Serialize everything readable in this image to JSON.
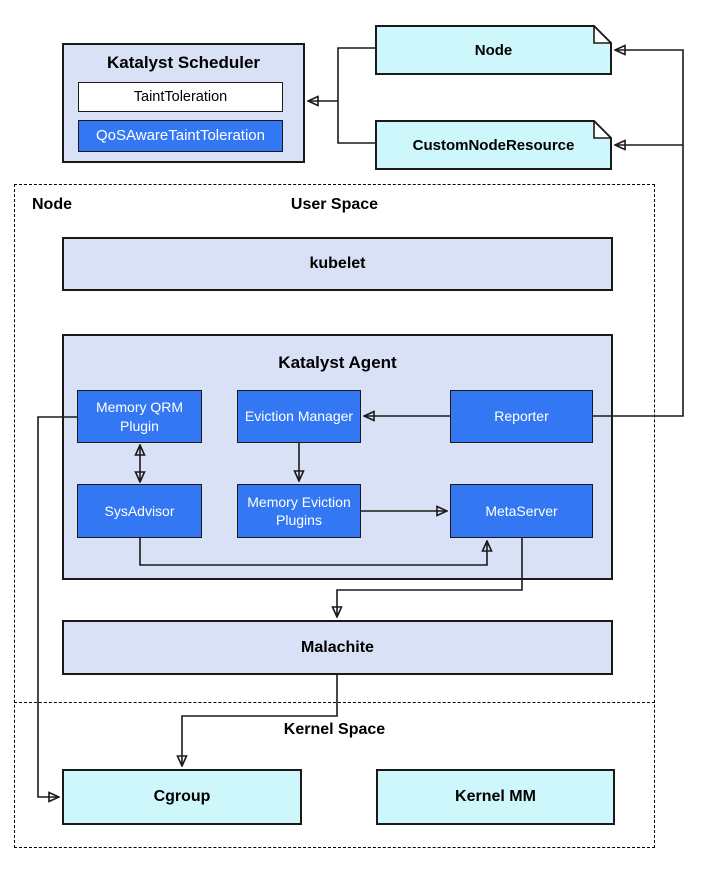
{
  "colors": {
    "ink": "#1a1a1a",
    "blue": "#3378f2",
    "peri": "#d8e1f5",
    "cyan": "#cdf7fb",
    "paper": "#ffffff"
  },
  "scheduler": {
    "title": "Katalyst Scheduler",
    "taint_plugin": "TaintToleration",
    "qos_plugin": "QoSAwareTaintToleration"
  },
  "crds": {
    "node": "Node",
    "custom_node_resource": "CustomNodeResource"
  },
  "node_container": {
    "label": "Node",
    "user_space_heading": "User Space",
    "kernel_space_heading": "Kernel Space",
    "kubelet": "kubelet",
    "malachite": "Malachite",
    "agent": {
      "title": "Katalyst Agent",
      "memory_qrm": "Memory QRM Plugin",
      "eviction_manager": "Eviction Manager",
      "reporter": "Reporter",
      "sysadvisor": "SysAdvisor",
      "memory_eviction_plugins": "Memory Eviction Plugins",
      "metaserver": "MetaServer"
    },
    "kernel": {
      "cgroup": "Cgroup",
      "kernel_mm": "Kernel MM"
    }
  }
}
